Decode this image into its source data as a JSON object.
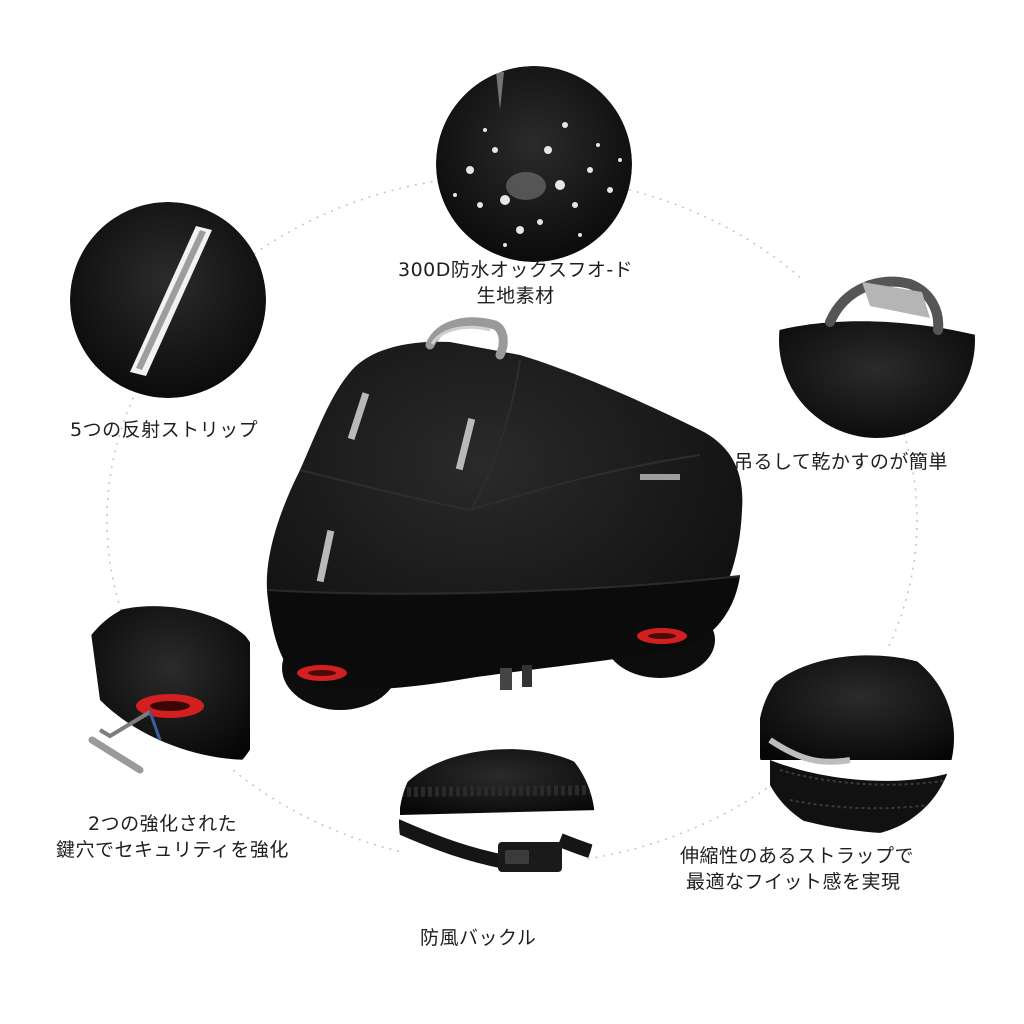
{
  "features": [
    {
      "id": "waterproof",
      "lines": [
        "300D防水オックスフオ-ド",
        "生地素材"
      ]
    },
    {
      "id": "reflective",
      "lines": [
        "5つの反射ストリップ"
      ]
    },
    {
      "id": "handle",
      "lines": [
        "吊るして乾かすのが簡単"
      ]
    },
    {
      "id": "lock",
      "lines": [
        "2つの強化された",
        "鍵穴でセキュリティを強化"
      ]
    },
    {
      "id": "buckle",
      "lines": [
        "防風バックル"
      ]
    },
    {
      "id": "elastic",
      "lines": [
        "伸縮性のあるストラップで",
        "最適なフイット感を実現"
      ]
    }
  ],
  "colors": {
    "cover": "#141414",
    "reflective": "#b9b9b9",
    "lock_hole": "#d21f1f",
    "dotted_ring": "#c8c8c8"
  }
}
